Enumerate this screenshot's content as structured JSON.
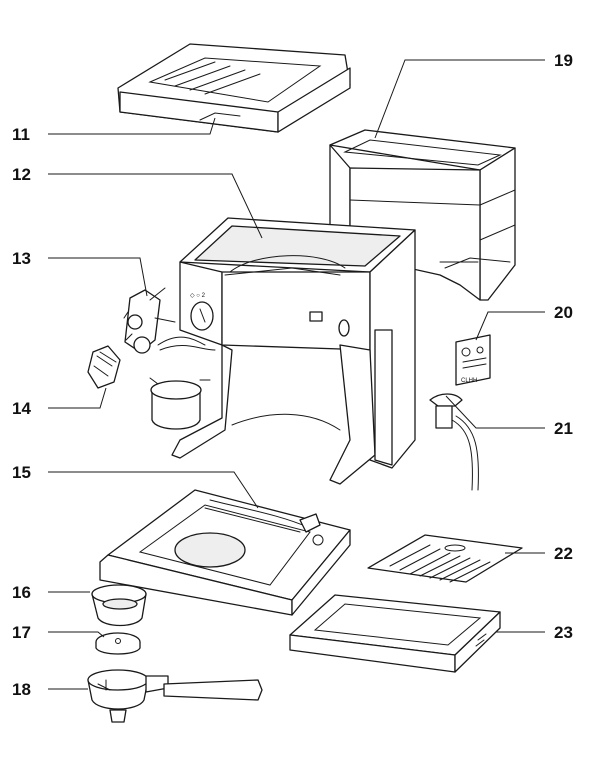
{
  "figure": {
    "callouts": [
      {
        "id": "11",
        "label": "11"
      },
      {
        "id": "12",
        "label": "12"
      },
      {
        "id": "13",
        "label": "13"
      },
      {
        "id": "14",
        "label": "14"
      },
      {
        "id": "15",
        "label": "15"
      },
      {
        "id": "16",
        "label": "16"
      },
      {
        "id": "17",
        "label": "17"
      },
      {
        "id": "18",
        "label": "18"
      },
      {
        "id": "19",
        "label": "19"
      },
      {
        "id": "20",
        "label": "20"
      },
      {
        "id": "21",
        "label": "21"
      },
      {
        "id": "22",
        "label": "22"
      },
      {
        "id": "23",
        "label": "23"
      }
    ],
    "panel_text": "CLHH"
  }
}
